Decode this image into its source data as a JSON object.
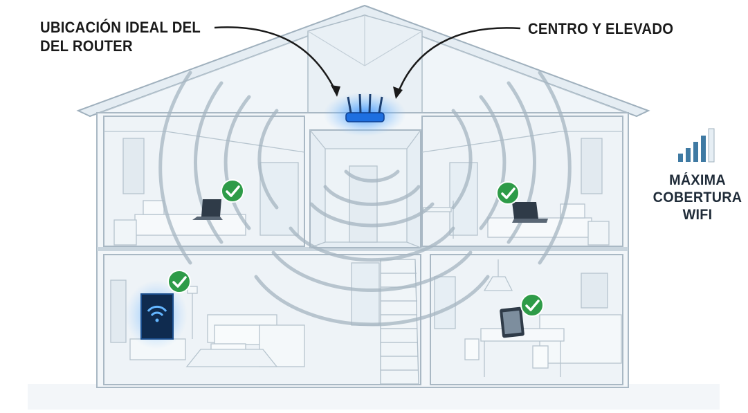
{
  "labels": {
    "router_line1": "UBICACIÓN IDEAL DEL",
    "router_line2": "DEL ROUTER",
    "center": "CENTRO Y ELEVADO",
    "coverage_line1": "MÁXIMA",
    "coverage_line2": "COBERTURA",
    "coverage_line3": "WIFI"
  },
  "colors": {
    "house_fill": "#eef4f8",
    "house_stroke": "#aebdc8",
    "wave": "#9fb0bd",
    "router_glow": "#2f8cff",
    "check": "#2e9b48",
    "signal_bars": "#3f7aa3"
  },
  "icons": [
    "router-icon",
    "check-icon",
    "signal-bars-icon",
    "laptop-icon",
    "tv-icon",
    "tablet-icon",
    "wifi-icon"
  ]
}
